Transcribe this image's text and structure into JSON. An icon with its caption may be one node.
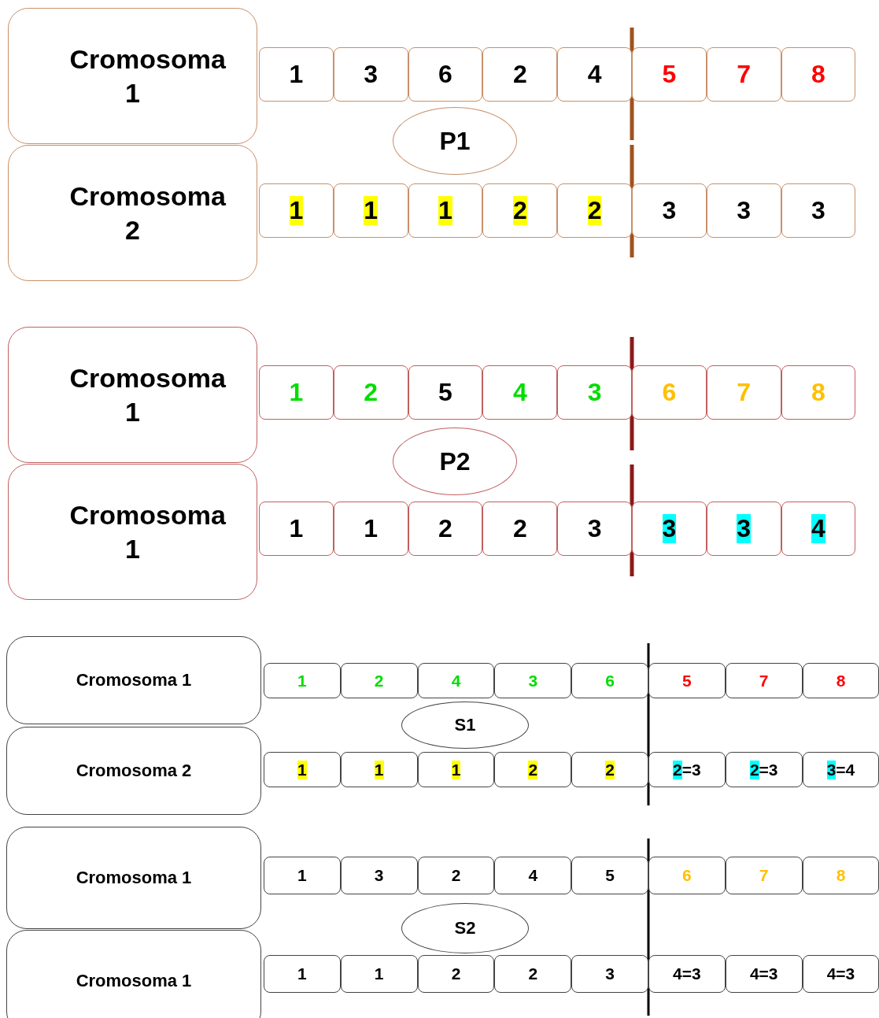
{
  "diagram": {
    "nodes": [
      {
        "text": [
          "Cromosoma 1"
        ]
      },
      {
        "text": [
          "1"
        ]
      },
      {
        "text": [
          "3"
        ]
      },
      {
        "text": [
          "6"
        ]
      },
      {
        "text": [
          "2"
        ]
      },
      {
        "text": [
          "4"
        ]
      },
      {
        "text": [
          "5"
        ]
      },
      {
        "text": [
          "7"
        ]
      },
      {
        "text": [
          "8"
        ]
      },
      {
        "text": [
          "P1"
        ]
      },
      {
        "text": [
          "Cromosoma 2"
        ]
      },
      {
        "text": [
          "1"
        ]
      },
      {
        "text": [
          "1"
        ]
      },
      {
        "text": [
          "1"
        ]
      },
      {
        "text": [
          "2"
        ]
      },
      {
        "text": [
          "2"
        ]
      },
      {
        "text": [
          "3"
        ]
      },
      {
        "text": [
          "3"
        ]
      },
      {
        "text": [
          "3"
        ]
      },
      {
        "text": [
          "Cromosoma 1"
        ]
      },
      {
        "text": [
          "1"
        ]
      },
      {
        "text": [
          "2"
        ]
      },
      {
        "text": [
          "5"
        ]
      },
      {
        "text": [
          "4"
        ]
      },
      {
        "text": [
          "3"
        ]
      },
      {
        "text": [
          "6"
        ]
      },
      {
        "text": [
          "7"
        ]
      },
      {
        "text": [
          "8"
        ]
      },
      {
        "text": [
          "P2"
        ]
      },
      {
        "text": [
          "Cromosoma 1"
        ]
      },
      {
        "text": [
          "1"
        ]
      },
      {
        "text": [
          "1"
        ]
      },
      {
        "text": [
          "2"
        ]
      },
      {
        "text": [
          "2"
        ]
      },
      {
        "text": [
          "3"
        ]
      },
      {
        "text": [
          "3"
        ]
      },
      {
        "text": [
          "3"
        ]
      },
      {
        "text": [
          "4"
        ]
      },
      {
        "text": [
          "Cromosoma 1"
        ]
      },
      {
        "text": [
          "1"
        ]
      },
      {
        "text": [
          "2"
        ]
      },
      {
        "text": [
          "4"
        ]
      },
      {
        "text": [
          "3"
        ]
      },
      {
        "text": [
          "6"
        ]
      },
      {
        "text": [
          "5"
        ]
      },
      {
        "text": [
          "7"
        ]
      },
      {
        "text": [
          "8"
        ]
      },
      {
        "text": [
          "S1"
        ]
      },
      {
        "text": [
          "Cromosoma 2"
        ]
      },
      {
        "text": [
          "1"
        ]
      },
      {
        "text": [
          "1"
        ]
      },
      {
        "text": [
          "1"
        ]
      },
      {
        "text": [
          "2"
        ]
      },
      {
        "text": [
          "2"
        ]
      },
      {
        "text": [
          "2=3"
        ]
      },
      {
        "text": [
          "2=3"
        ]
      },
      {
        "text": [
          "3=4"
        ]
      },
      {
        "text": [
          "Cromosoma 1"
        ]
      },
      {
        "text": [
          "1"
        ]
      },
      {
        "text": [
          "3"
        ]
      },
      {
        "text": [
          "2"
        ]
      },
      {
        "text": [
          "4"
        ]
      },
      {
        "text": [
          "5"
        ]
      },
      {
        "text": [
          "6"
        ]
      },
      {
        "text": [
          "7"
        ]
      },
      {
        "text": [
          "8"
        ]
      },
      {
        "text": [
          "S2"
        ]
      },
      {
        "text": [
          "Cromosoma 1"
        ]
      },
      {
        "text": [
          "1"
        ]
      },
      {
        "text": [
          "1"
        ]
      },
      {
        "text": [
          "2"
        ]
      },
      {
        "text": [
          "2"
        ]
      },
      {
        "text": [
          "3"
        ]
      },
      {
        "text": [
          "4=3"
        ]
      },
      {
        "text": [
          "4=3"
        ]
      },
      {
        "text": [
          "4=3"
        ]
      }
    ]
  }
}
